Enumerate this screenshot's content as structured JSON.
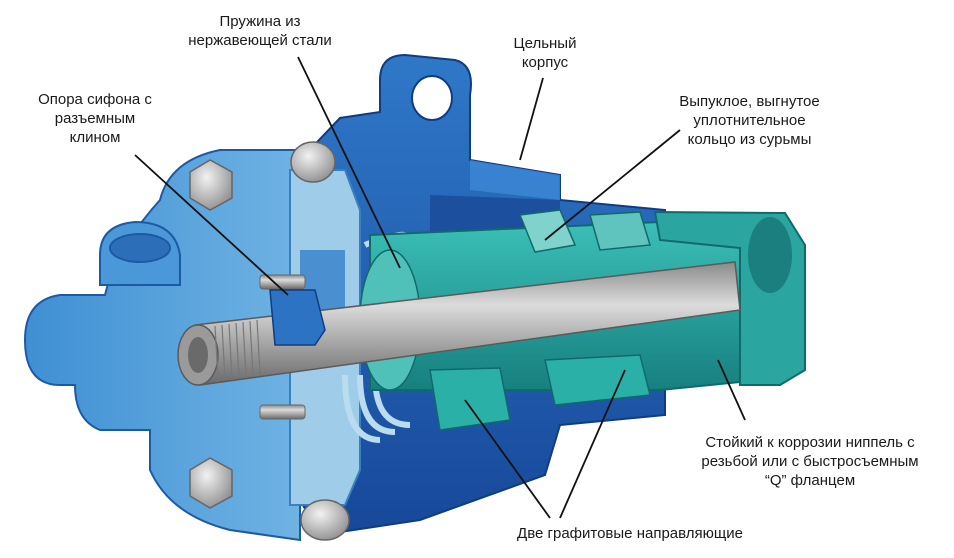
{
  "labels": {
    "spring": {
      "line1": "Пружина из",
      "line2": "нержавеющей стали"
    },
    "body": {
      "line1": "Цельный",
      "line2": "корпус"
    },
    "siphon": {
      "line1": "Опора сифона с",
      "line2": "разъемным",
      "line3": "клином"
    },
    "ring": {
      "line1": "Выпуклое, выгнутое",
      "line2": "уплотнительное",
      "line3": "кольцо из сурьмы"
    },
    "nipple": {
      "line1": "Стойкий к коррозии ниппель с",
      "line2": "резьбой или с быстросъемным",
      "line3": "“Q” фланцем"
    },
    "guides": {
      "line1": "Две графитовые направляющие"
    }
  },
  "colors": {
    "body_dark": "#1f55a6",
    "body_mid": "#2c73c4",
    "body_light": "#5aa0dc",
    "flange_light": "#7fbfe6",
    "teal_dark": "#1a8a8a",
    "teal_mid": "#2fb3ad",
    "teal_light": "#8fd6d0",
    "pipe_dark": "#6e6e6e",
    "pipe_light": "#bdbdbd",
    "bolt": "#c8c8c8"
  }
}
